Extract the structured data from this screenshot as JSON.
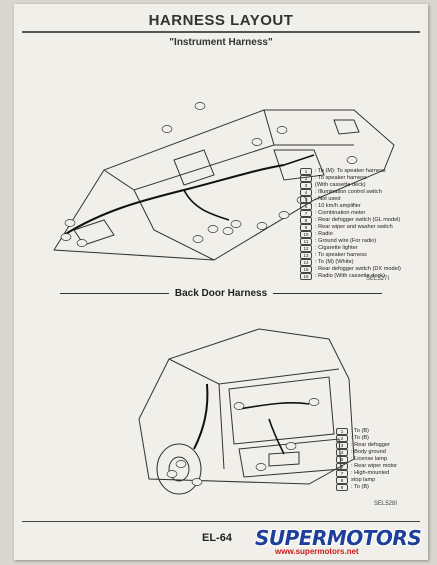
{
  "page": {
    "title": "HARNESS LAYOUT",
    "subtitle": "\"Instrument Harness\"",
    "page_number": "EL-64"
  },
  "sections": [
    {
      "heading": "Back Door Harness",
      "code": "SEL527I"
    },
    {
      "code": "SEL528I"
    }
  ],
  "instrument_legend": [
    {
      "no": "1",
      "text": ": To (M): To speaker harness"
    },
    {
      "no": "2",
      "text": ": To speaker harness"
    },
    {
      "no": "3",
      "text": "(With cassette deck)"
    },
    {
      "no": "4",
      "text": ": Illumination control switch"
    },
    {
      "no": "5",
      "text": ": Not used"
    },
    {
      "no": "6",
      "text": ": 10 km/h amplifier"
    },
    {
      "no": "7",
      "text": ": Combination meter"
    },
    {
      "no": "8",
      "text": ": Rear defogger switch (GL model)"
    },
    {
      "no": "9",
      "text": ": Rear wiper and washer switch"
    },
    {
      "no": "10",
      "text": ": Radio"
    },
    {
      "no": "11",
      "text": ": Ground wire (For radio)"
    },
    {
      "no": "12",
      "text": ": Cigarette lighter"
    },
    {
      "no": "13",
      "text": ": To speaker harness"
    },
    {
      "no": "14",
      "text": ": To (M) (White)"
    },
    {
      "no": "15",
      "text": ": Rear defogger switch (DX model)"
    },
    {
      "no": "16",
      "text": ": Radio (With cassette deck)"
    }
  ],
  "back_door_legend": [
    {
      "no": "1",
      "text": ": To (B)"
    },
    {
      "no": "2",
      "text": ": To (B)"
    },
    {
      "no": "3",
      "text": ": Rear defogger"
    },
    {
      "no": "4",
      "text": ": Body ground"
    },
    {
      "no": "5",
      "text": ": License lamp"
    },
    {
      "no": "6",
      "text": ": Rear wiper motor"
    },
    {
      "no": "7",
      "text": ": High-mounted"
    },
    {
      "no": "8",
      "text": "stop lamp"
    },
    {
      "no": "9",
      "text": ": To (B)"
    }
  ],
  "logo": {
    "brand": "SUPERMOTORS",
    "url": "www.supermotors.net"
  }
}
